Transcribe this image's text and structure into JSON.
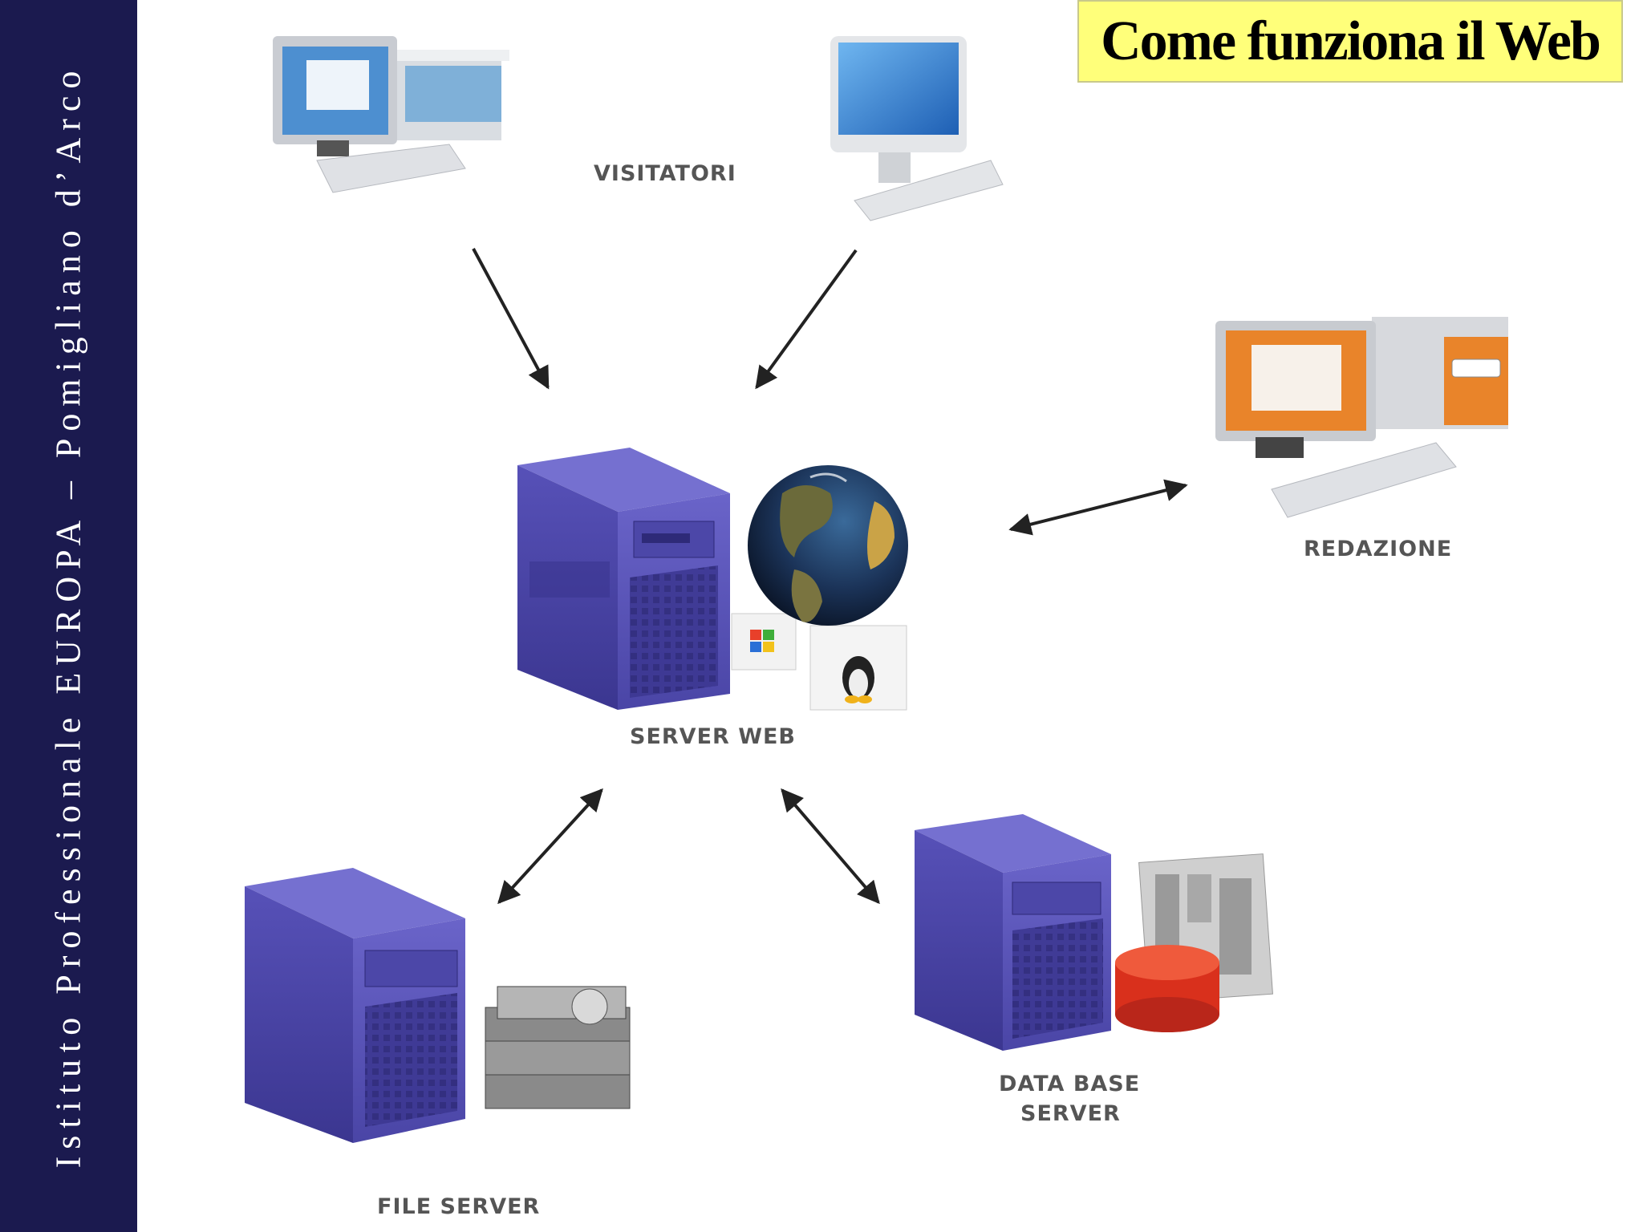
{
  "sidebar": {
    "text": "Istituto  Professionale  EUROPA  –  Pomigliano d’Arco"
  },
  "title": "Come funziona il Web",
  "diagram": {
    "visitatori_label": "VISITATORI",
    "redazione_label": "REDAZIONE",
    "server_web_label": "SERVER WEB",
    "file_server_label": "FILE SERVER",
    "database_label_line1": "DATA BASE",
    "database_label_line2": "SERVER"
  },
  "colors": {
    "sidebar_bg": "#1b1a4f",
    "title_bg": "#ffff7a",
    "server_blue": "#4a45a6",
    "redazione_orange": "#e9842a",
    "database_red": "#e0311c"
  }
}
